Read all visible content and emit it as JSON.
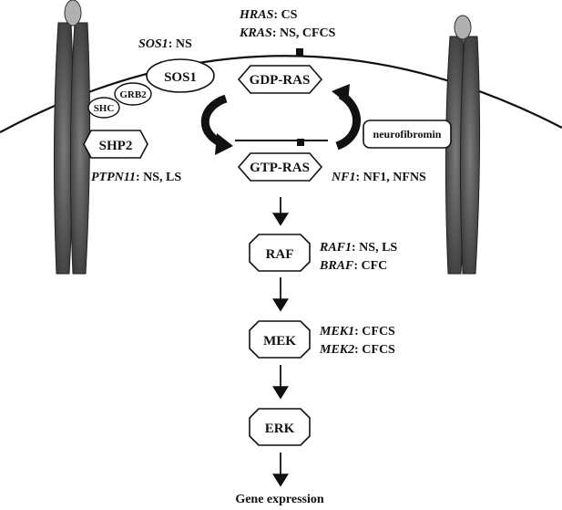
{
  "receptor_colors": {
    "fill": "#6e6e6e",
    "dark": "#3c3c3c",
    "head": "#a8a8a8"
  },
  "proteins": {
    "sos1": "SOS1",
    "grb2": "GRB2",
    "shc": "SHC",
    "shp2": "SHP2",
    "gdp_ras": "GDP-RAS",
    "gtp_ras": "GTP-RAS",
    "neurofibromin": "neurofibromin",
    "raf": "RAF",
    "mek": "MEK",
    "erk": "ERK"
  },
  "annotations": {
    "sos1": {
      "gene": "SOS1",
      "disorders": ": NS"
    },
    "hras": {
      "gene": "HRAS",
      "disorders": ": CS"
    },
    "kras": {
      "gene": "KRAS",
      "disorders": ": NS, CFCS"
    },
    "ptpn11": {
      "gene": "PTPN11",
      "disorders": ": NS, LS"
    },
    "nf1": {
      "gene": "NF1",
      "disorders": ": NF1, NFNS"
    },
    "raf1": {
      "gene": "RAF1",
      "disorders": ": NS, LS"
    },
    "braf": {
      "gene": "BRAF",
      "disorders": ": CFC"
    },
    "mek1": {
      "gene": "MEK1",
      "disorders": ": CFCS"
    },
    "mek2": {
      "gene": "MEK2",
      "disorders": ": CFCS"
    }
  },
  "output": "Gene expression"
}
